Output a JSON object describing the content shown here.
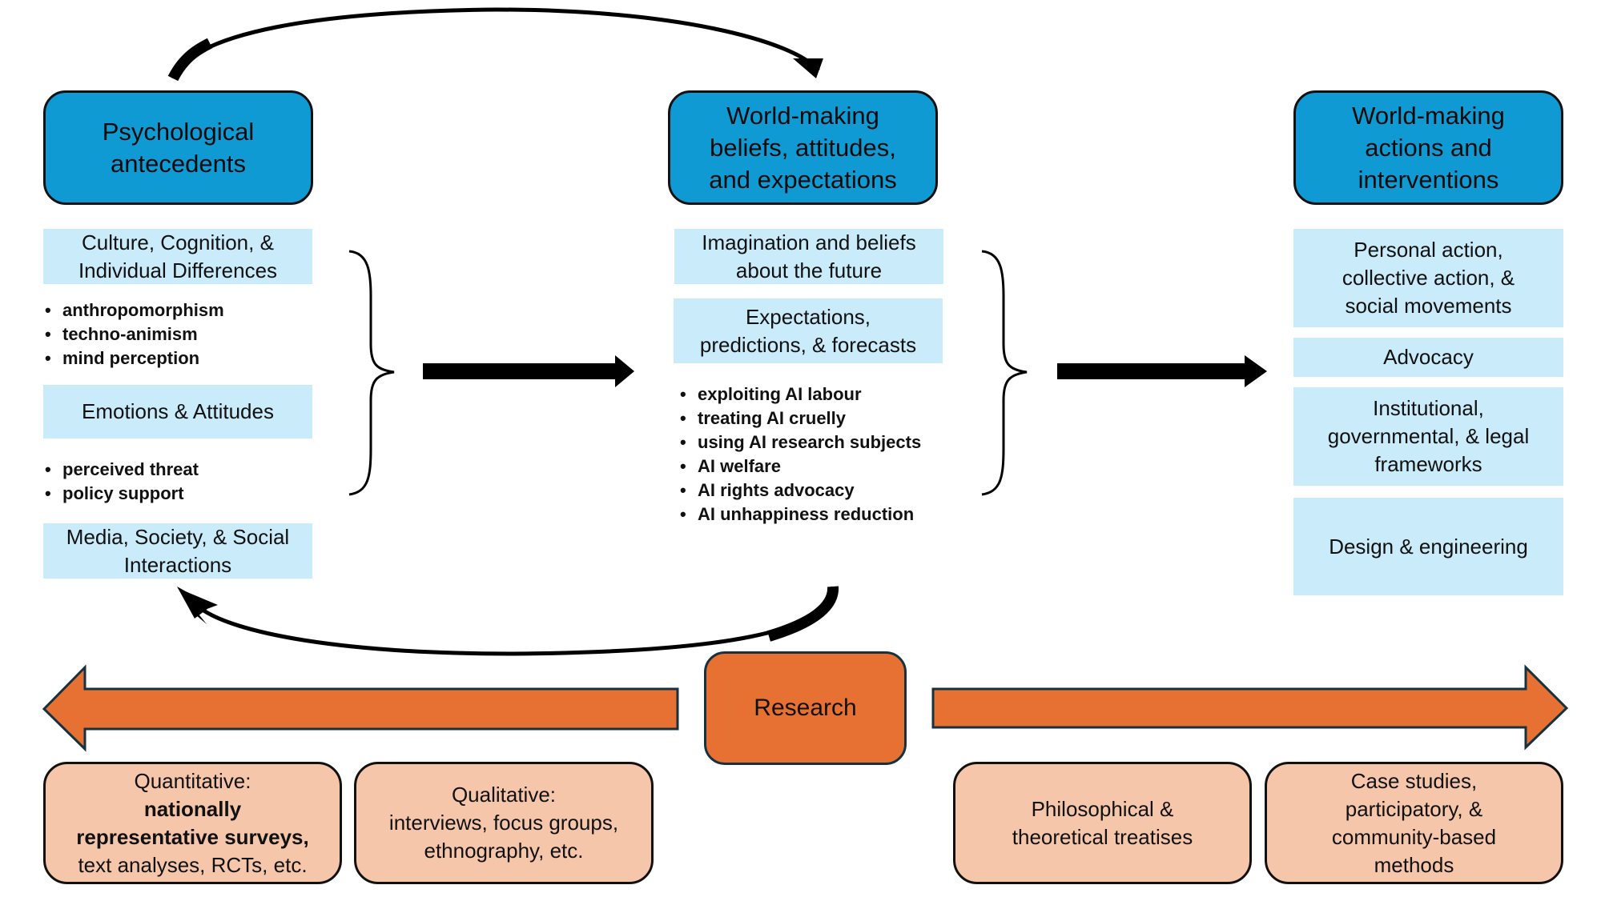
{
  "columns": {
    "antecedents": {
      "title": "Psychological antecedents",
      "title_lines": [
        "Psychological",
        "antecedents"
      ],
      "categories": [
        "Culture, Cognition, & Individual Differences",
        "Emotions & Attitudes",
        "Media, Society, & Social Interactions"
      ],
      "category_lines": [
        [
          "Culture, Cognition, &",
          "Individual Differences"
        ],
        [
          "Emotions & Attitudes"
        ],
        [
          "Media, Society, & Social",
          "Interactions"
        ]
      ],
      "bullets_group_1": [
        "anthropomorphism",
        "techno-animism",
        "mind perception"
      ],
      "bullets_group_2": [
        "perceived threat",
        "policy support"
      ]
    },
    "beliefs": {
      "title": "World-making beliefs, attitudes, and expectations",
      "title_lines": [
        "World-making",
        "beliefs, attitudes,",
        "and expectations"
      ],
      "categories": [
        "Imagination and beliefs about the future",
        "Expectations, predictions, & forecasts"
      ],
      "category_lines": [
        [
          "Imagination and beliefs",
          "about the future"
        ],
        [
          "Expectations,",
          "predictions, & forecasts"
        ]
      ],
      "bullets": [
        "exploiting AI labour",
        "treating AI cruelly",
        "using AI research subjects",
        "AI welfare",
        "AI rights advocacy",
        "AI unhappiness reduction"
      ]
    },
    "actions": {
      "title": "World-making actions and interventions",
      "title_lines": [
        "World-making",
        "actions and",
        "interventions"
      ],
      "categories": [
        "Personal action, collective action, & social movements",
        "Advocacy",
        "Institutional, governmental, & legal frameworks",
        "Design & engineering"
      ],
      "category_lines": [
        [
          "Personal action,",
          "collective action, &",
          "social movements"
        ],
        [
          "Advocacy"
        ],
        [
          "Institutional,",
          "governmental, & legal",
          "frameworks"
        ],
        [
          "Design & engineering"
        ]
      ]
    }
  },
  "research": {
    "label": "Research",
    "methods": [
      {
        "name": "Quantitative",
        "lines": [
          {
            "text": "Quantitative:",
            "bold": false
          },
          {
            "text": "nationally",
            "bold": true
          },
          {
            "text": "representative surveys,",
            "bold": true
          },
          {
            "text": "text analyses, RCTs, etc.",
            "bold": false
          }
        ]
      },
      {
        "name": "Qualitative",
        "lines": [
          {
            "text": "Qualitative:",
            "bold": false
          },
          {
            "text": "interviews, focus groups,",
            "bold": false
          },
          {
            "text": "ethnography, etc.",
            "bold": false
          }
        ]
      },
      {
        "name": "Philosophical",
        "lines": [
          {
            "text": "Philosophical &",
            "bold": false
          },
          {
            "text": "theoretical treatises",
            "bold": false
          }
        ]
      },
      {
        "name": "Case studies",
        "lines": [
          {
            "text": "Case studies,",
            "bold": false
          },
          {
            "text": "participatory, &",
            "bold": false
          },
          {
            "text": "community-based",
            "bold": false
          },
          {
            "text": "methods",
            "bold": false
          }
        ]
      }
    ]
  },
  "colors": {
    "header_blue": "#0f9ad4",
    "category_light_blue": "#c9ebfa",
    "research_orange": "#e77133",
    "method_peach": "#f6c6ab",
    "arrow_black": "#000000"
  }
}
